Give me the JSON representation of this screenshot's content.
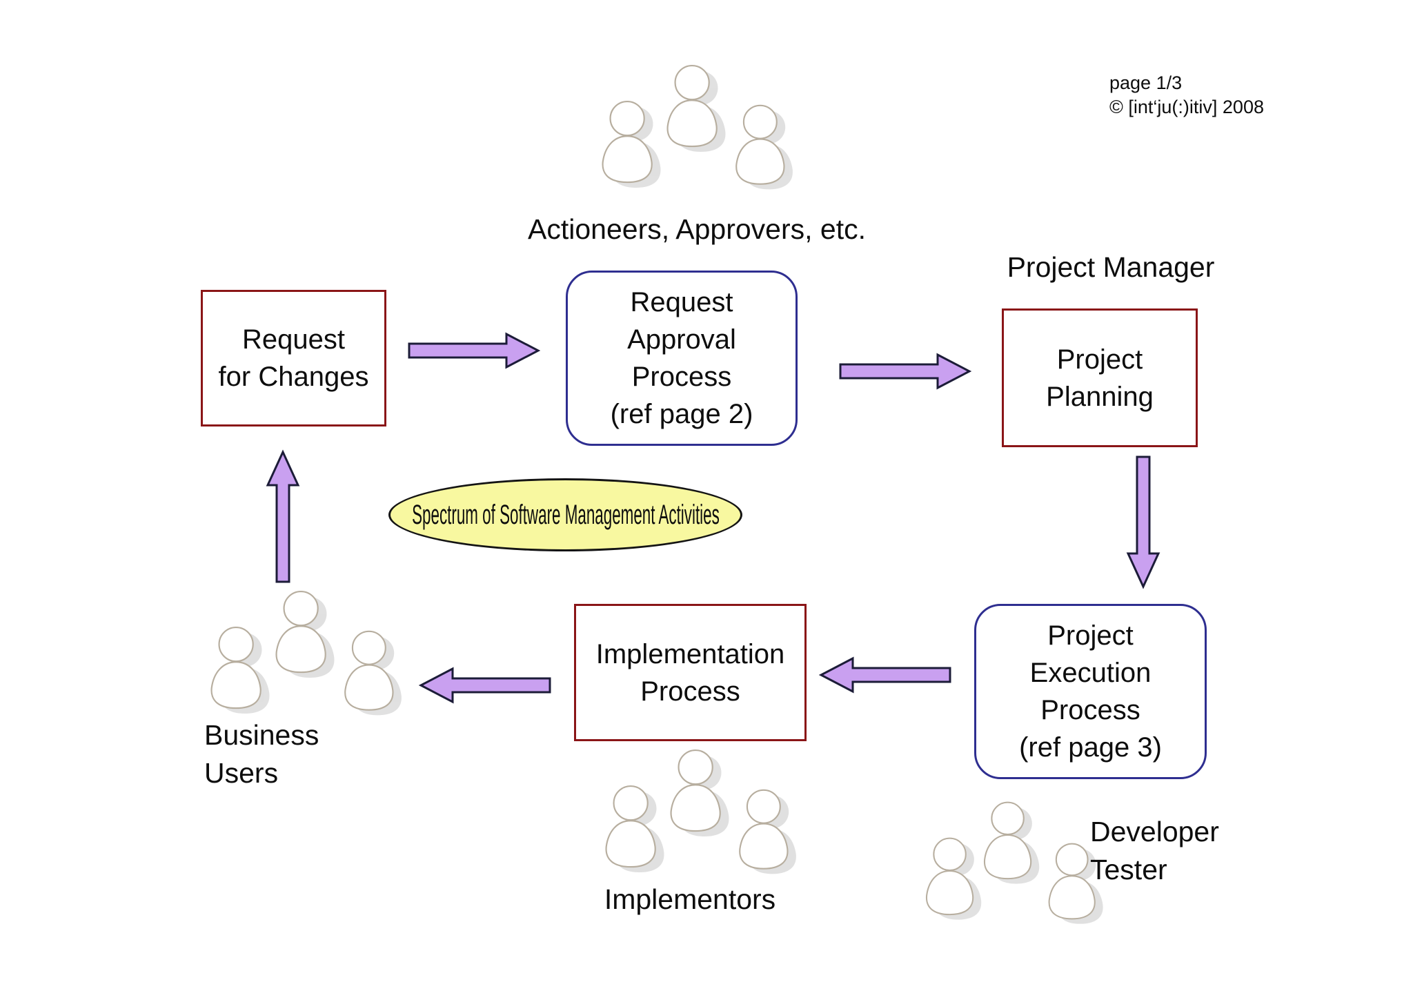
{
  "meta": {
    "page_label": "page 1/3",
    "copyright": "© [int‘ju(:)itiv] 2008"
  },
  "banner": {
    "text": "Spectrum of Software Management Activities"
  },
  "actors": {
    "actioneers": {
      "label": "Actioneers, Approvers, etc."
    },
    "project_manager": {
      "label": "Project Manager"
    },
    "business_users": {
      "label": "Business\nUsers"
    },
    "implementors": {
      "label": "Implementors"
    },
    "developer_tester": {
      "label": "Developer\nTester"
    }
  },
  "nodes": {
    "request_for_changes": {
      "text": "Request\nfor Changes"
    },
    "request_approval_process": {
      "text": "Request\nApproval\nProcess\n(ref page 2)"
    },
    "project_planning": {
      "text": "Project\nPlanning"
    },
    "project_execution_process": {
      "text": "Project\nExecution\nProcess\n(ref page 3)"
    },
    "implementation_process": {
      "text": "Implementation\nProcess"
    }
  },
  "icons": {
    "people_group": "three-people-silhouettes"
  },
  "colors": {
    "arrow-fill": "#C9A0F0",
    "arrow-stroke": "#1c1c38",
    "box-red-border": "#8a1517",
    "box-blue-border": "#2e2e90",
    "ellipse-fill": "#F8F8A0",
    "ellipse-stroke": "#141414",
    "text": "#0d0d0d",
    "person-stroke": "#b7ae9f",
    "person-shadow": "#c8c8c8"
  }
}
